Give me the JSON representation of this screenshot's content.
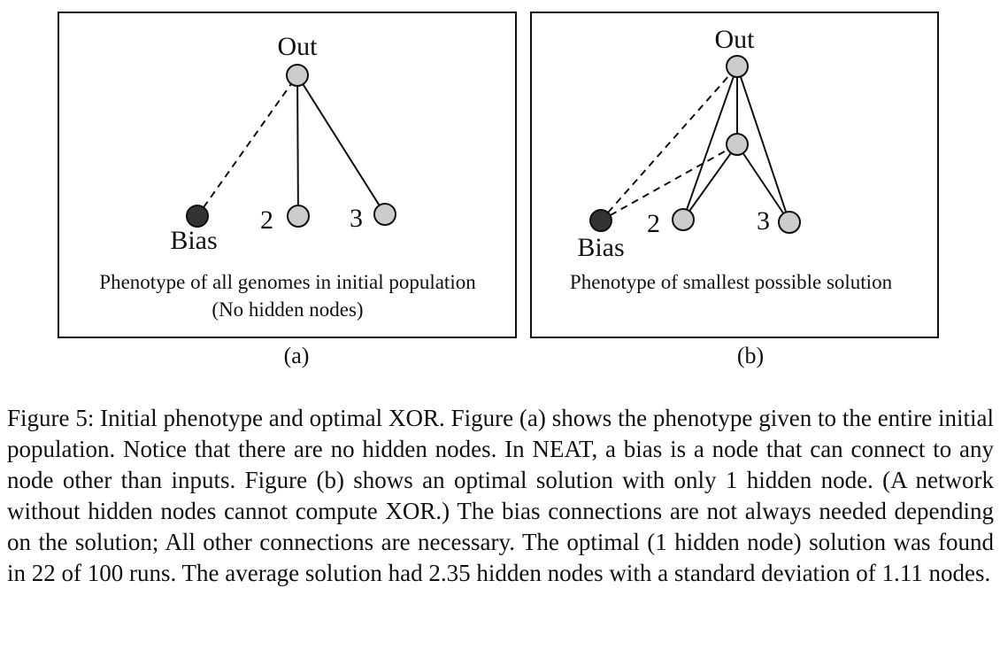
{
  "panels": [
    {
      "id": "a",
      "sub_label": "(a)",
      "caption_lines": [
        "Phenotype of all genomes in initial population",
        "(No hidden nodes)"
      ],
      "nodes": [
        {
          "id": "out",
          "label": "Out",
          "kind": "output",
          "color": "#cccccc"
        },
        {
          "id": "bias",
          "label": "Bias",
          "kind": "bias",
          "color": "#333333"
        },
        {
          "id": "in2",
          "label": "2",
          "kind": "input",
          "color": "#cccccc"
        },
        {
          "id": "in3",
          "label": "3",
          "kind": "input",
          "color": "#cccccc"
        }
      ],
      "edges": [
        {
          "from": "bias",
          "to": "out",
          "style": "dashed"
        },
        {
          "from": "in2",
          "to": "out",
          "style": "solid"
        },
        {
          "from": "in3",
          "to": "out",
          "style": "solid"
        }
      ]
    },
    {
      "id": "b",
      "sub_label": "(b)",
      "caption_lines": [
        "Phenotype of smallest possible solution"
      ],
      "nodes": [
        {
          "id": "out",
          "label": "Out",
          "kind": "output",
          "color": "#cccccc"
        },
        {
          "id": "hidden",
          "label": "",
          "kind": "hidden",
          "color": "#cccccc"
        },
        {
          "id": "bias",
          "label": "Bias",
          "kind": "bias",
          "color": "#333333"
        },
        {
          "id": "in2",
          "label": "2",
          "kind": "input",
          "color": "#cccccc"
        },
        {
          "id": "in3",
          "label": "3",
          "kind": "input",
          "color": "#cccccc"
        }
      ],
      "edges": [
        {
          "from": "bias",
          "to": "out",
          "style": "dashed"
        },
        {
          "from": "bias",
          "to": "hidden",
          "style": "dashed"
        },
        {
          "from": "in2",
          "to": "out",
          "style": "solid"
        },
        {
          "from": "in3",
          "to": "out",
          "style": "solid"
        },
        {
          "from": "in2",
          "to": "hidden",
          "style": "solid"
        },
        {
          "from": "in3",
          "to": "hidden",
          "style": "solid"
        },
        {
          "from": "hidden",
          "to": "out",
          "style": "solid"
        }
      ]
    }
  ],
  "caption": "Figure 5: Initial phenotype and optimal XOR. Figure (a) shows the phenotype given to the entire initial population. Notice that there are no hidden nodes. In NEAT, a bias is a node that can connect to any node other than inputs. Figure (b) shows an optimal solution with only 1 hidden node. (A network without hidden nodes cannot compute XOR.) The bias connections are not always needed depending on the solution; All other connections are necessary. The optimal (1 hidden node) solution was found in 22 of 100 runs. The average solution had 2.35 hidden nodes with a standard deviation of 1.11 nodes."
}
